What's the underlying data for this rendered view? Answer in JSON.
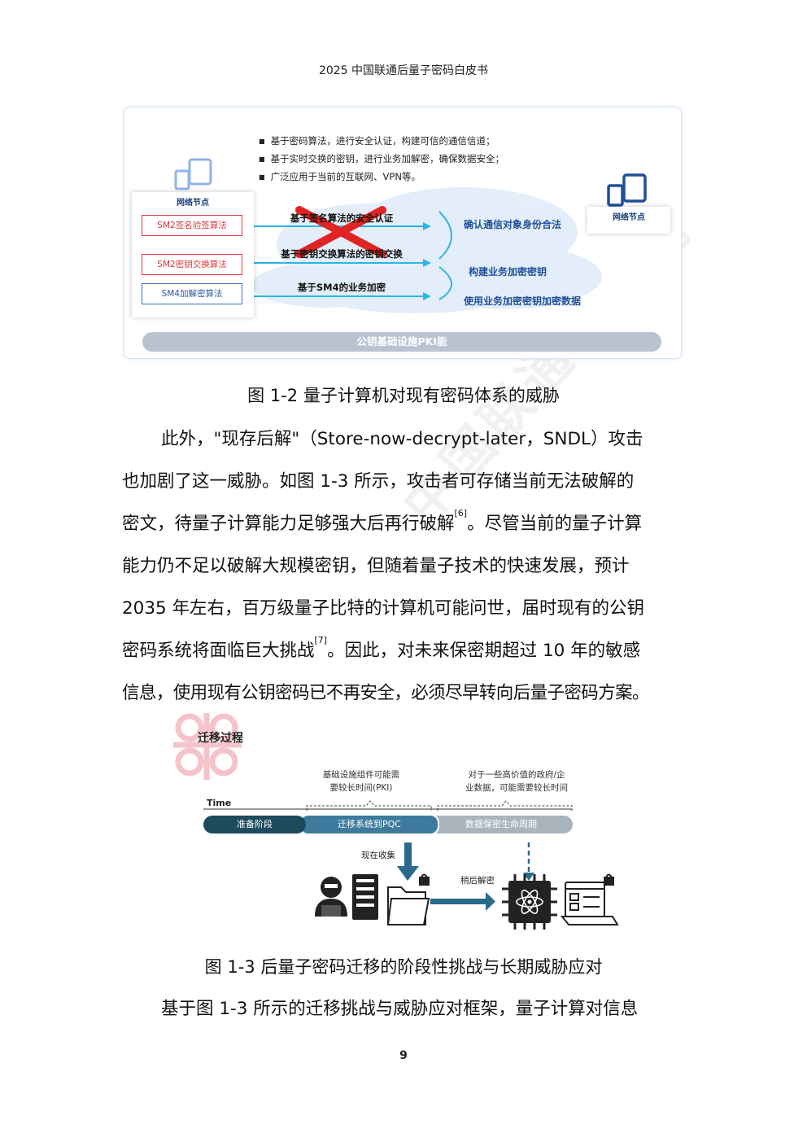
{
  "header": {
    "title": "2025 中国联通后量子密码白皮书"
  },
  "fig12": {
    "bullets": [
      "基于密码算法，进行安全认证，构建可信的通信信道；",
      "基于实时交换的密钥，进行业务加解密，确保数据安全；",
      "广泛应用于当前的互联网、VPN等。"
    ],
    "left_node": {
      "title": "网络节点",
      "algorithms": [
        "SM2签名验签算法",
        "SM2密钥交换算法",
        "SM4加解密算法"
      ]
    },
    "right_node": {
      "title": "网络节点"
    },
    "arrows": [
      "基于签名算法的安全认证",
      "基于密钥交换算法的密钥交换",
      "基于SM4的业务加密"
    ],
    "results": [
      "确认通信对象身份合法",
      "构建业务加密密钥",
      "使用业务加密密钥加密数据"
    ],
    "pki_bar": "公钥基础设施PKI能",
    "colors": {
      "cross": "#e02424",
      "arrow": "#29b6e6",
      "accent": "#1f4f9a"
    }
  },
  "caption12": "图 1-2 量子计算机对现有密码体系的威胁",
  "paragraph1": {
    "lines": [
      "此外，\"现存后解\"（Store-now-decrypt-later，SNDL）攻击",
      "也加剧了这一威胁。如图 1-3 所示，攻击者可存储当前无法破解的",
      "密文，待量子计算能力足够强大后再行破解",
      "。尽管当前的量子计算",
      "能力仍不足以破解大规模密钥，但随着量子技术的快速发展，预计",
      "2035 年左右，百万级量子比特的计算机可能问世，届时现有的公钥",
      "密码系统将面临巨大挑战",
      "。因此，对未来保密期超过 10 年的敏感",
      "信息，使用现有公钥密码已不再安全，必须尽早转向后量子密码方案。"
    ],
    "refs": [
      "[6]",
      "[7]"
    ]
  },
  "fig13": {
    "title": "迁移过程",
    "note_left": [
      "基础设施组件可能需",
      "要较长时间(PKI)"
    ],
    "note_right": [
      "对于一些高价值的政府/企",
      "业数据，可能需要较长时间"
    ],
    "time_label": "Time",
    "stages": [
      "准备阶段",
      "迁移系统到PQC",
      "数据保密生命周期"
    ],
    "collect_now": "现在收集",
    "decrypt_later": "稍后解密",
    "colors": {
      "stage1": "#1e4a5e",
      "stage2": "#3e7a9e",
      "stage3": "#a9b4bd",
      "arrow": "#2b6a8a"
    }
  },
  "caption13": "图 1-3  后量子密码迁移的阶段性挑战与长期威胁应对",
  "paragraph2": "基于图 1-3 所示的迁移挑战与威胁应对框架，量子计算对信息",
  "page_number": "9",
  "watermark": "中国联通研究院"
}
